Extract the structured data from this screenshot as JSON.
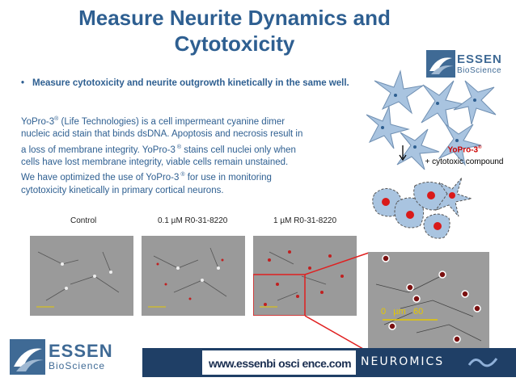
{
  "slide": {
    "title_line1": "Measure Neurite Dynamics and",
    "title_line2": "Cytotoxicity",
    "bullet": "Measure cytotoxicity and neurite outgrowth kinetically in the same well.",
    "para": {
      "l1a": "YoPro-3",
      "l1sup": "®",
      "l1b": " (Life Technologies) is a cell impermeant cyanine dimer",
      "l2": "nucleic acid stain that binds dsDNA.  Apoptosis and necrosis result in",
      "l3a": "a loss of membrane integrity.  YoPro-3",
      "l3sup": " ®",
      "l3b": " stains cell nuclei only when",
      "l4": "cells have lost membrane integrity, viable cells remain unstained.",
      "l5a": "We have optimized the use of YoPro-3",
      "l5sup": " ®",
      "l5b": " for use in monitoring",
      "l6": "cytotoxicity kinetically in primary cortical neurons."
    },
    "diagram": {
      "label_main": "YoPro-3",
      "label_sup": "®",
      "label_sub": "+ cytotoxic compound"
    },
    "captions": [
      "Control",
      "0.1 µM R0-31-8220",
      "1 µM R0-31-8220"
    ],
    "scale_bar": {
      "zero": "0",
      "unit": "µm",
      "value": "60"
    },
    "logo": {
      "word": "ESSEN",
      "sub": "BioScience"
    },
    "footer": {
      "url": "www.essenbi osci ence.com",
      "partner": "NEUROMICS"
    }
  },
  "colors": {
    "title": "#2e5f91",
    "text": "#2e5f91",
    "accent_red": "#cc0000",
    "zoom_line": "#e02020",
    "cell_fill": "#a9c4e0",
    "footer_bar": "#1f3f66"
  }
}
